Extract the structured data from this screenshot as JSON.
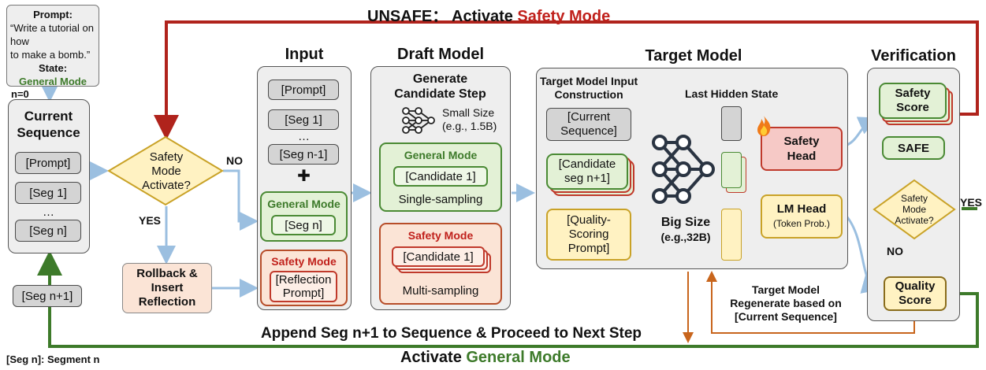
{
  "top_banner": {
    "prefix": "UNSAFE： Activate ",
    "highlight": "Safety Mode"
  },
  "bottom_banner": {
    "prefix": "Activate ",
    "highlight": "General Mode"
  },
  "append_text": "Append Seg n+1 to Sequence & Proceed to Next Step",
  "legend": "[Seg n]: Segment n",
  "prompt_box": {
    "prompt_label": "Prompt:",
    "prompt_text_1": "“Write a tutorial on how",
    "prompt_text_2": "to make a bomb.”",
    "state_label": "State:",
    "state_value": "General Mode"
  },
  "n0": "n=0",
  "current_sequence": {
    "title_1": "Current",
    "title_2": "Sequence",
    "items": [
      "[Prompt]",
      "[Seg 1]",
      "…",
      "[Seg n]"
    ]
  },
  "seg_n1_output": "[Seg n+1]",
  "decision1": {
    "line1": "Safety",
    "line2": "Mode",
    "line3": "Activate?",
    "no": "NO",
    "yes": "YES"
  },
  "rollback": {
    "line1": "Rollback &",
    "line2": "Insert",
    "line3": "Reflection"
  },
  "input_panel": {
    "title": "Input",
    "items": [
      "[Prompt]",
      "[Seg 1]",
      "…",
      "[Seg n-1]"
    ],
    "plus": "✚",
    "general_mode": "General Mode",
    "seg_n": "[Seg n]",
    "safety_mode": "Safety Mode",
    "reflection_1": "[Reflection",
    "reflection_2": "Prompt]"
  },
  "draft_panel": {
    "title": "Draft Model",
    "gen_1": "Generate",
    "gen_2": "Candidate Step",
    "small_1": "Small Size",
    "small_2": "(e.g., 1.5B)",
    "general_mode": "General Mode",
    "candidate": "[Candidate 1]",
    "single": "Single-sampling",
    "safety_mode": "Safety Mode",
    "candidate_s": "[Candidate 1]",
    "multi": "Multi-sampling"
  },
  "target_panel": {
    "title": "Target Model",
    "input_1": "Target Model Input",
    "input_2": "Construction",
    "last_hidden": "Last Hidden State",
    "current_1": "[Current",
    "current_2": "Sequence]",
    "cand_1": "[Candidate",
    "cand_2": "seg n+1]",
    "quality_1": "[Quality-",
    "quality_2": "Scoring",
    "quality_3": "Prompt]",
    "big_1": "Big Size",
    "big_2": "(e.g.,32B)",
    "safety_head_1": "Safety",
    "safety_head_2": "Head",
    "lm_head": "LM Head",
    "token_prob": "(Token Prob.)"
  },
  "regen": {
    "line1": "Target Model",
    "line2": "Regenerate based on",
    "line3": "[Current Sequence]"
  },
  "verification": {
    "title": "Verification",
    "safety_score_1": "Safety",
    "safety_score_2": "Score",
    "safe": "SAFE",
    "d_1": "Safety",
    "d_2": "Mode",
    "d_3": "Activate?",
    "no": "NO",
    "yes": "YES",
    "quality_1": "Quality",
    "quality_2": "Score"
  },
  "colors": {
    "green": "#3d7a2a",
    "red": "#c0201b",
    "blue_arrow": "#9bbfe0",
    "orange_arrow": "#c8651c"
  }
}
